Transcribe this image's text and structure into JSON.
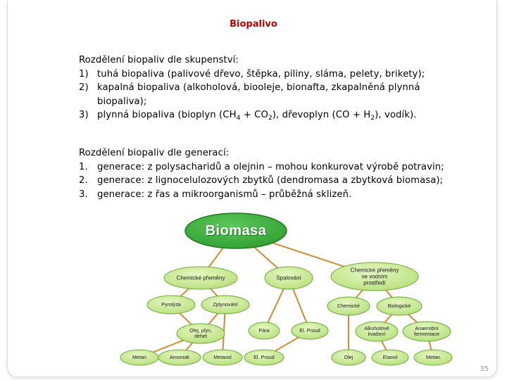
{
  "title": "Biopalivo",
  "block1": {
    "heading": "Rozdělení biopaliv dle skupenství:",
    "items": [
      {
        "num": "1)",
        "text": "tuhá biopaliva (palivové dřevo, štěpka, piliny, sláma, pelety, brikety);"
      },
      {
        "num": "2)",
        "text": "kapalná biopaliva (alkoholová, biooleje, bionafta, zkapalněná plynná",
        "cont": "biopaliva);"
      },
      {
        "num": "3)",
        "pre": "plynná biopaliva (bioplyn (CH",
        "sub1": "4",
        "mid1": " + CO",
        "sub2": "2",
        "mid2": "), dřevoplyn (CO + H",
        "sub3": "2",
        "post": "), vodík)."
      }
    ]
  },
  "block2": {
    "heading": "Rozdělení biopaliv dle generací:",
    "items": [
      {
        "num": "1.",
        "text": "generace: z polysacharidů a olejnin – mohou konkurovat výrobě potravin;"
      },
      {
        "num": "2.",
        "text": "generace: z lignocelulozových zbytků (dendromasa a zbytková biomasa);"
      },
      {
        "num": "3.",
        "text": "generace: z řas a mikroorganismů – průběžná sklizeň."
      }
    ]
  },
  "diagram": {
    "root": "Biomasa",
    "level1": [
      "Chemické přeměny",
      "Spalování",
      "Chemické přeměny ve vodním prostředí"
    ],
    "level2": [
      "Pyrolýza",
      "Zplynování",
      "Chemické",
      "Biologické"
    ],
    "level3": [
      "Olej, plyn, dehet",
      "Pára",
      "El. Proud",
      "Alkoholové kvašení",
      "Anaerobní fermentace"
    ],
    "level4": [
      "Metan",
      "Amoniak",
      "Metanol",
      "El. Proud",
      "Olej",
      "Etanol",
      "Metan"
    ],
    "colors": {
      "root": "#2e9b2e",
      "node": "#b6e07a",
      "node_edge": "#6aa83a",
      "line": "#d88a2a"
    }
  },
  "page_number": "35"
}
